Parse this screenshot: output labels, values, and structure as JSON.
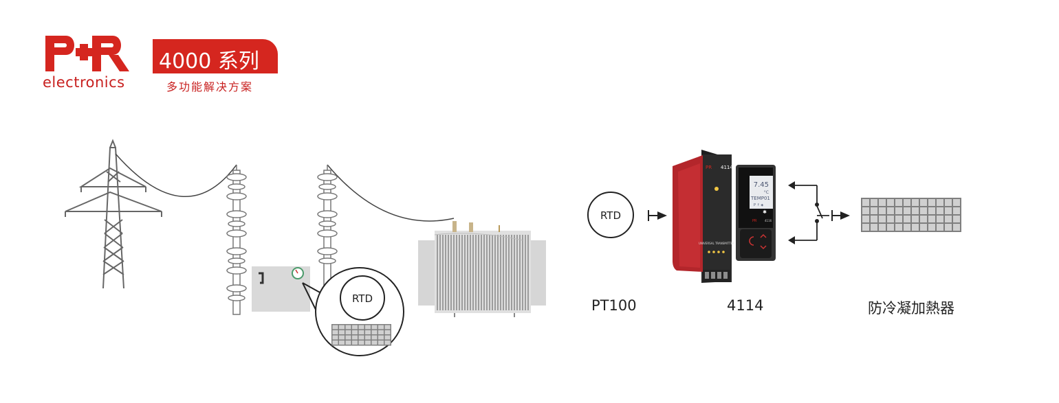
{
  "brand": {
    "wordmark": "electronics"
  },
  "series": {
    "title": "4000 系列",
    "subtitle": "多功能解决方案"
  },
  "diagram": {
    "rtd_label": "RTD",
    "display_value": "7.45",
    "display_unit": "°C",
    "display_tag": "TEMP01",
    "device_model_label": "4114",
    "front_module_label": "4116",
    "device_text": "UNIVERSAL TRANSMITTER"
  },
  "captions": {
    "sensor": "PT100",
    "device": "4114",
    "heater": "防冷凝加熱器"
  },
  "colors": {
    "brand_red": "#d5261f",
    "device_red": "#b3262b",
    "gray": "#d6d6d6"
  }
}
